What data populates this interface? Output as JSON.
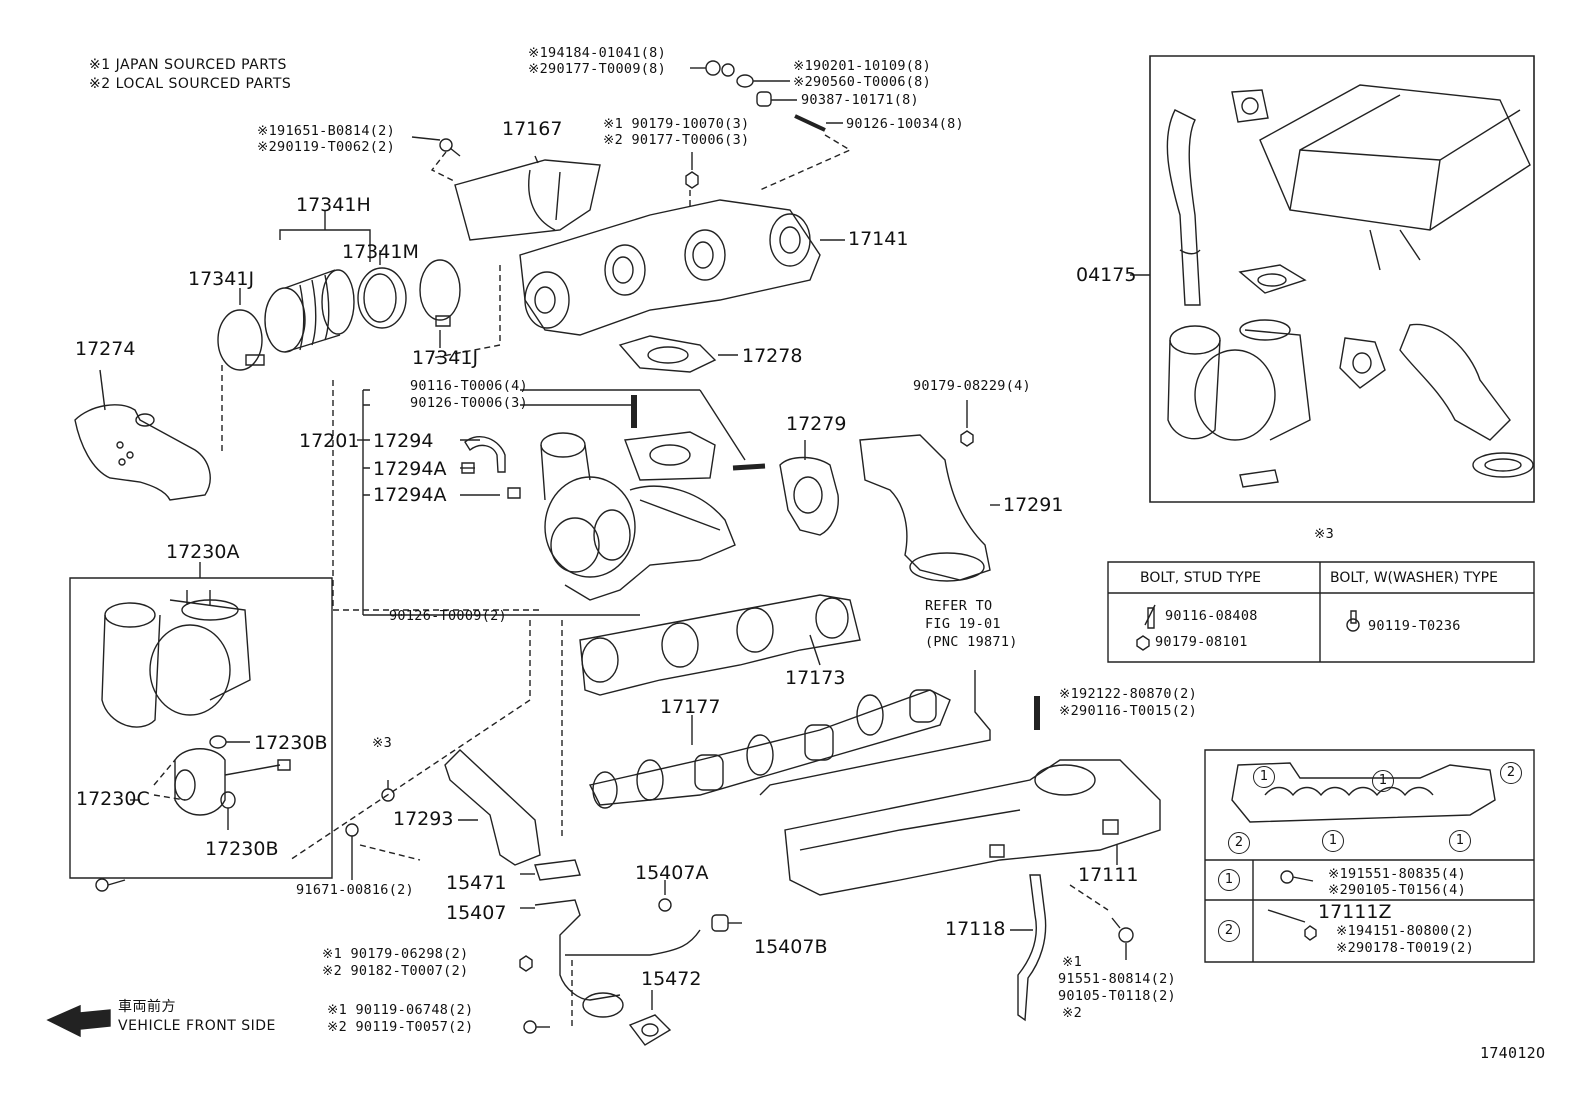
{
  "legend": {
    "japan": "※1 JAPAN SOURCED PARTS",
    "local": "※2 LOCAL SOURCED PARTS"
  },
  "labels": {
    "p17167": "17167",
    "p17141": "17141",
    "p17341H": "17341H",
    "p17341M": "17341M",
    "p17341J_top": "17341J",
    "p17341J_bottom": "17341J",
    "p17274": "17274",
    "p17278": "17278",
    "p17201": "17201",
    "p17294": "17294",
    "p17294A_1": "17294A",
    "p17294A_2": "17294A",
    "p17279": "17279",
    "p17291": "17291",
    "p17230A": "17230A",
    "p17230B_1": "17230B",
    "p17230B_2": "17230B",
    "p17230C": "17230C",
    "p17173": "17173",
    "p17177": "17177",
    "p17293": "17293",
    "p17111": "17111",
    "p17118": "17118",
    "p15471": "15471",
    "p15407": "15407",
    "p15407A": "15407A",
    "p15407B": "15407B",
    "p15472": "15472",
    "p04175": "04175",
    "p17111Z": "17111Z"
  },
  "refs": {
    "r1a": "※194184-01041(8)",
    "r1b": "※290177-T0009(8)",
    "r2a": "※190201-10109(8)",
    "r2b": "※290560-T0006(8)",
    "r3": "90387-10171(8)",
    "r4": "90126-10034(8)",
    "r5a": "※191651-B0814(2)",
    "r5b": "※290119-T0062(2)",
    "r6a": "※1 90179-10070(3)",
    "r6b": "※2 90177-T0006(3)",
    "r7": "90116-T0006(4)",
    "r8": "90126-T0006(3)",
    "r9": "90179-08229(4)",
    "r10": "90126-T0009(2)",
    "r11a": "REFER TO",
    "r11b": "FIG 19-01",
    "r11c": "(PNC 19871)",
    "r12a": "※192122-80870(2)",
    "r12b": "※290116-T0015(2)",
    "r13": "※3",
    "r14": "91671-00816(2)",
    "r15a": "※1 90179-06298(2)",
    "r15b": "※2 90182-T0007(2)",
    "r16a": "※1 90119-06748(2)",
    "r16b": "※2 90119-T0057(2)",
    "r17a": "※1",
    "r17b": "91551-80814(2)",
    "r17c": "90105-T0118(2)",
    "r17d": "※2",
    "r18": "174012O"
  },
  "direction": {
    "jp": "車両前方",
    "en": "VEHICLE FRONT SIDE"
  },
  "bolt_table": {
    "mark": "※3",
    "col1": "BOLT, STUD TYPE",
    "col2": "BOLT, W(WASHER) TYPE",
    "stud1": "90116-08408",
    "stud2": "90179-08101",
    "washer": "90119-T0236"
  },
  "gasket_table": {
    "circle1": "1",
    "circle2": "2",
    "row1a": "※191551-80835(4)",
    "row1b": "※290105-T0156(4)",
    "row2a": "※194151-80800(2)",
    "row2b": "※290178-T0019(2)"
  }
}
